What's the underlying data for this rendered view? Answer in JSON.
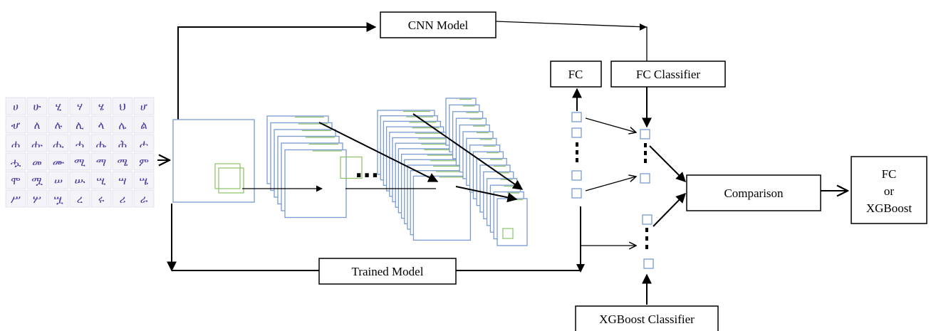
{
  "labels": {
    "cnn_model": "CNN Model",
    "fc": "FC",
    "fc_classifier": "FC Classifier",
    "comparison": "Comparison",
    "output_line1": "FC",
    "output_line2": "or",
    "output_line3": "XGBoost",
    "trained_model": "Trained Model",
    "xgboost_classifier": "XGBoost Classifier",
    "ellipsis": "..."
  },
  "input_glyphs": [
    [
      "ሀ",
      "ሁ",
      "ሂ",
      "ሃ",
      "ሄ",
      "ህ",
      "ሆ"
    ],
    [
      "ሇ",
      "ለ",
      "ሉ",
      "ሊ",
      "ላ",
      "ሌ",
      "ል"
    ],
    [
      "ሐ",
      "ሑ",
      "ሒ",
      "ሓ",
      "ሔ",
      "ሕ",
      "ሖ"
    ],
    [
      "ሗ",
      "መ",
      "ሙ",
      "ሚ",
      "ማ",
      "ሜ",
      "ም"
    ],
    [
      "ሞ",
      "ሟ",
      "ሠ",
      "ሡ",
      "ሢ",
      "ሣ",
      "ሤ"
    ],
    [
      "ሥ",
      "ሦ",
      "ሧ",
      "ረ",
      "ሩ",
      "ሪ",
      "ራ"
    ]
  ],
  "colors": {
    "feature_map_border": "#7a9cd0",
    "kernel_border": "#8cc068",
    "glyph": "#4a3aa0",
    "arrow": "#000000"
  }
}
